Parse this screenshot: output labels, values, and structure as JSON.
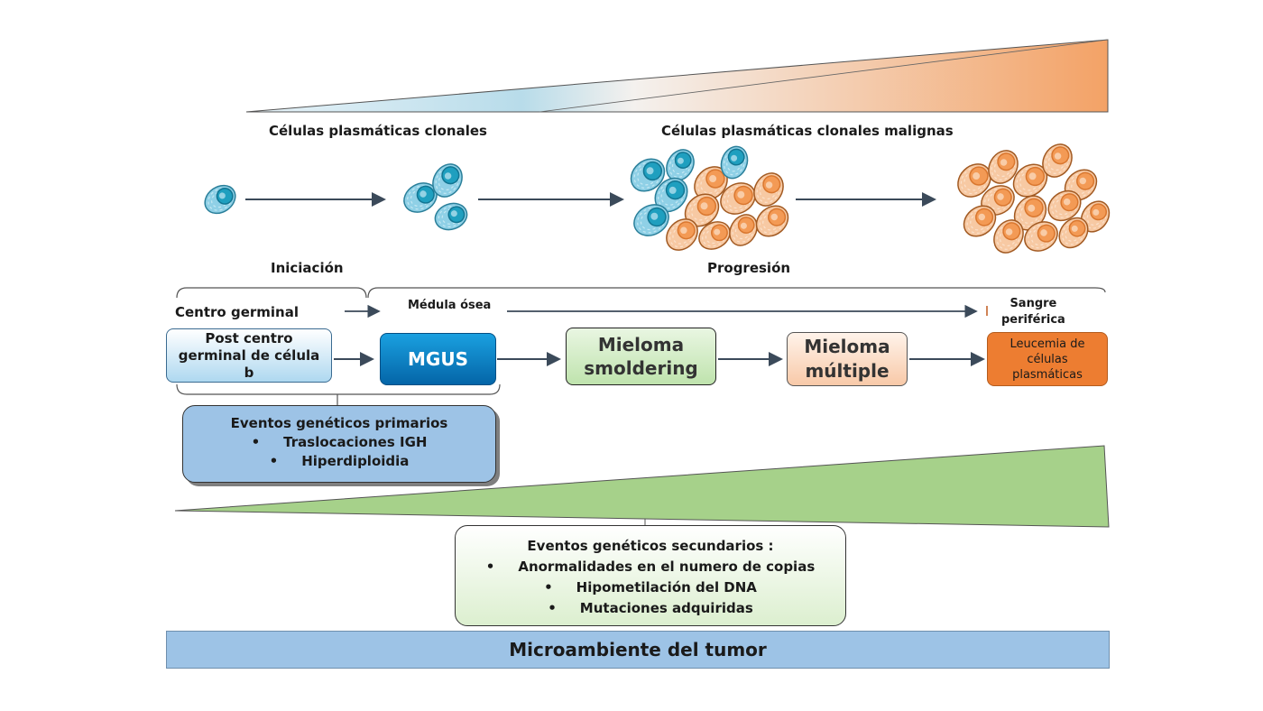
{
  "colors": {
    "teal": "#1f9fbf",
    "orange": "#f39a55",
    "green": "#a6d18a",
    "blue_box": "#9dc3e6",
    "dark_orange": "#ed7d31",
    "mgus_blue": "#0b78c4"
  },
  "top": {
    "clonal_label": "Células plasmáticas clonales",
    "malignant_label": "Células plasmáticas clonales malignas"
  },
  "phases": {
    "initiation": "Iniciación",
    "progression": "Progresión"
  },
  "locations": {
    "germinal_center": "Centro germinal",
    "bone_marrow": "Médula ósea",
    "peripheral_blood_line1": "Sangre",
    "peripheral_blood_line2": "periférica"
  },
  "stages": {
    "post_gc_line1": "Post centro",
    "post_gc_line2": "germinal de célula",
    "post_gc_line3": "b",
    "mgus": "MGUS",
    "smoldering_line1": "Mieloma",
    "smoldering_line2": "smoldering",
    "multiple_line1": "Mieloma",
    "multiple_line2": "múltiple",
    "leukemia_line1": "Leucemia de",
    "leukemia_line2": "células",
    "leukemia_line3": "plasmáticas"
  },
  "primary_events": {
    "title": "Eventos genéticos primarios",
    "items": [
      "Traslocaciones IGH",
      "Hiperdiploidia"
    ]
  },
  "secondary_events": {
    "title": "Eventos genéticos secundarios :",
    "items": [
      "Anormalidades en el numero de copias",
      "Hipometilación del DNA",
      "Mutaciones adquiridas"
    ]
  },
  "bullet": "•",
  "footer": "Microambiente del tumor"
}
